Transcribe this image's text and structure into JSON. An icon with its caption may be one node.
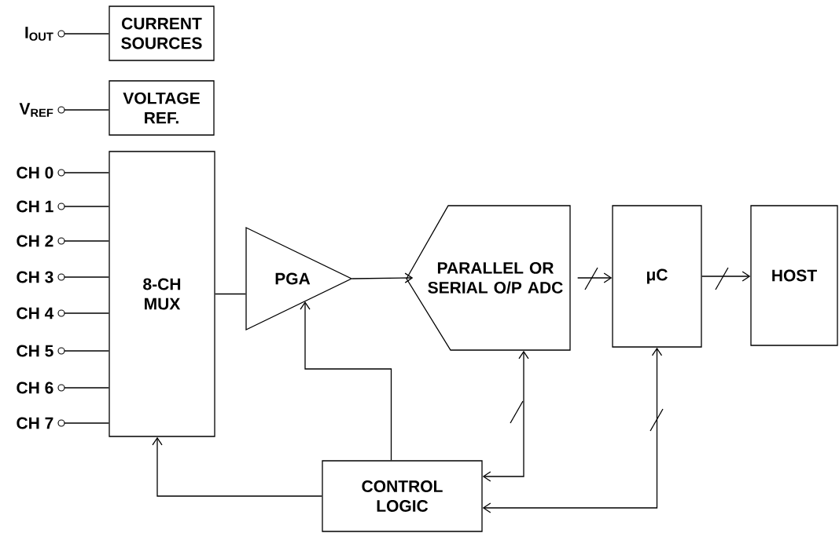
{
  "diagram": {
    "nodes": [
      {
        "text": [
          "I$_{OUT}$"
        ]
      },
      {
        "text": [
          "CURRENT SOURCES"
        ]
      },
      {
        "text": [
          "V$_{REF}$"
        ]
      },
      {
        "text": [
          "VOLTAGE REF."
        ]
      },
      {
        "text": [
          "CH 0"
        ]
      },
      {
        "text": [
          "CH 1"
        ]
      },
      {
        "text": [
          "CH 2"
        ]
      },
      {
        "text": [
          "CH 3"
        ]
      },
      {
        "text": [
          "CH 4"
        ]
      },
      {
        "text": [
          "CH 5"
        ]
      },
      {
        "text": [
          "CH 6"
        ]
      },
      {
        "text": [
          "CH 7"
        ]
      },
      {
        "text": [
          "8-CH MUX"
        ]
      },
      {
        "text": [
          "PGA"
        ]
      },
      {
        "text": [
          "PARALLEL OR SERIAL O/P ADC"
        ]
      },
      {
        "text": [
          "μC"
        ]
      },
      {
        "text": [
          "HOST"
        ]
      },
      {
        "text": [
          "CONTROL LOGIC"
        ]
      }
    ],
    "edges": [
      {
        "from": 0,
        "to": 1,
        "arrow": "none"
      },
      {
        "from": 2,
        "to": 3,
        "arrow": "none"
      },
      {
        "from": 4,
        "to": 12,
        "arrow": "none"
      },
      {
        "from": 5,
        "to": 12,
        "arrow": "none"
      },
      {
        "from": 6,
        "to": 12,
        "arrow": "none"
      },
      {
        "from": 7,
        "to": 12,
        "arrow": "none"
      },
      {
        "from": 8,
        "to": 12,
        "arrow": "none"
      },
      {
        "from": 9,
        "to": 12,
        "arrow": "none"
      },
      {
        "from": 10,
        "to": 12,
        "arrow": "none"
      },
      {
        "from": 11,
        "to": 12,
        "arrow": "none"
      },
      {
        "from": 12,
        "to": 13,
        "arrow": "none"
      },
      {
        "from": 13,
        "to": 14,
        "arrow": "to"
      },
      {
        "from": 14,
        "to": 15,
        "arrow": "to"
      },
      {
        "from": 15,
        "to": 16,
        "arrow": "to"
      },
      {
        "from": 17,
        "to": 12,
        "arrow": "to"
      },
      {
        "from": 17,
        "to": 13,
        "arrow": "to"
      },
      {
        "from": 14,
        "to": 17,
        "arrow": "both"
      },
      {
        "from": 15,
        "to": 17,
        "arrow": "both"
      }
    ]
  }
}
